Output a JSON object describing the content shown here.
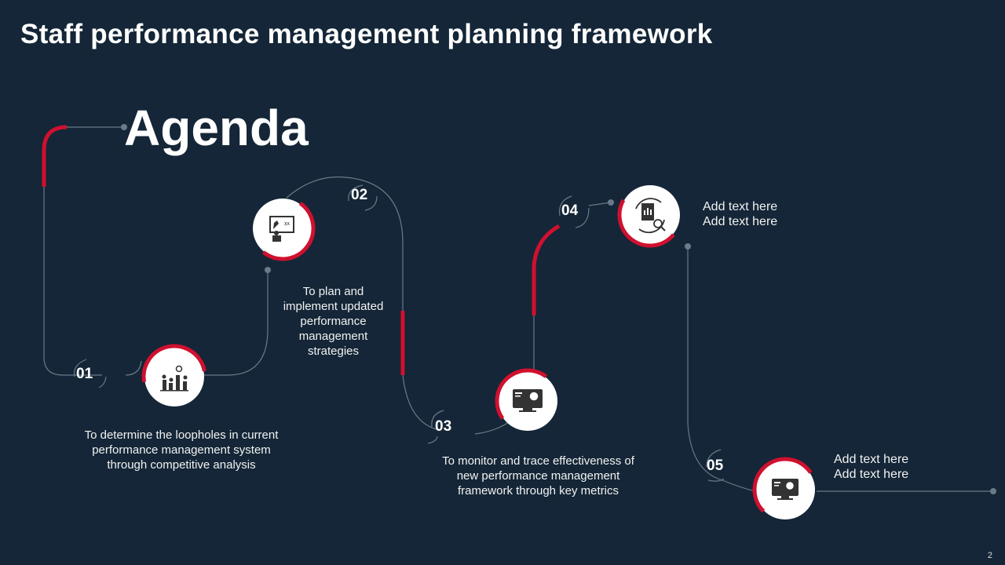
{
  "header": {
    "title": "Staff performance management planning framework",
    "subtitle": "Agenda"
  },
  "colors": {
    "background": "#142637",
    "accent": "#d0102f",
    "line": "#6b7a89"
  },
  "steps": [
    {
      "number": "01",
      "icon": "team-analytics-icon",
      "text": "To determine the loopholes in current performance management system through competitive analysis"
    },
    {
      "number": "02",
      "icon": "strategy-presentation-icon",
      "text": "To plan and implement updated performance management strategies"
    },
    {
      "number": "03",
      "icon": "monitor-analytics-icon",
      "text": "To monitor and trace effectiveness of new performance management framework through key metrics"
    },
    {
      "number": "04",
      "icon": "report-review-icon",
      "text_line1": "Add text here",
      "text_line2": "Add text here"
    },
    {
      "number": "05",
      "icon": "monitor-analytics-icon",
      "text_line1": "Add text here",
      "text_line2": "Add text here"
    }
  ],
  "page_number": "2"
}
